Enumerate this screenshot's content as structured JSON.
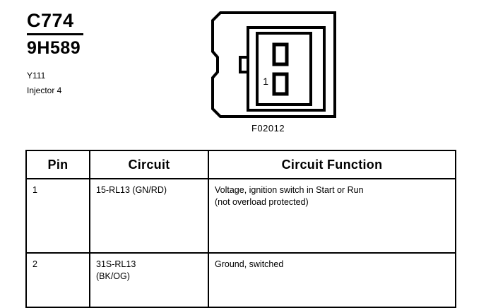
{
  "header": {
    "connector_id": "C774",
    "part_number": "9H589",
    "component_code": "Y111",
    "component_name": "Injector 4"
  },
  "figure": {
    "label": "F02012",
    "pin_marker": "1",
    "icon": "connector-outline-2-cavity"
  },
  "table": {
    "columns": [
      "Pin",
      "Circuit",
      "Circuit Function"
    ],
    "rows": [
      {
        "pin": "1",
        "circuit_lines": [
          "15-RL13 (GN/RD)"
        ],
        "function_lines": [
          "Voltage, ignition switch in Start or Run",
          "(not overload protected)"
        ]
      },
      {
        "pin": "2",
        "circuit_lines": [
          "31S-RL13",
          "(BK/OG)"
        ],
        "function_lines": [
          "Ground, switched"
        ]
      }
    ]
  },
  "colors": {
    "ink": "#000000",
    "background": "#ffffff"
  }
}
